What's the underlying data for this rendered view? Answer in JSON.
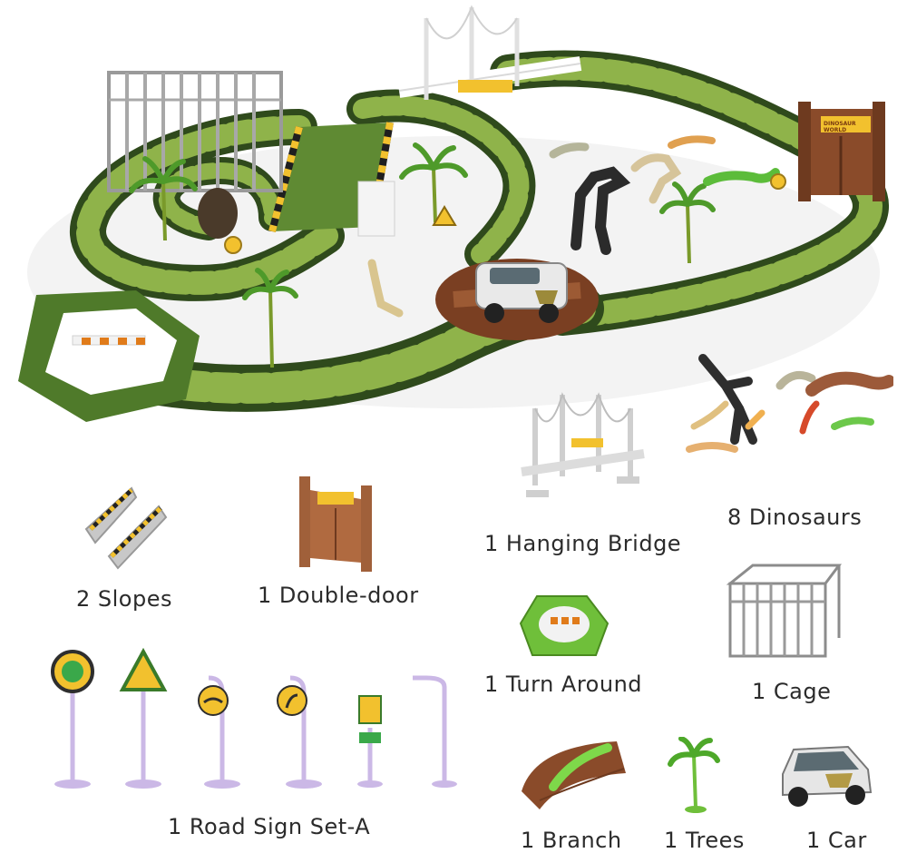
{
  "labels": {
    "slopes": "2 Slopes",
    "double_door": "1 Double-door",
    "hanging_bridge": "1 Hanging Bridge",
    "dinosaurs": "8 Dinosaurs",
    "turn_around": "1 Turn Around",
    "cage": "1 Cage",
    "road_signs": "1 Road Sign Set-A",
    "branch": "1 Branch",
    "trees": "1 Trees",
    "car": "1 Car"
  },
  "signage": {
    "park_sign": "DINOSAUR WORLD"
  },
  "colors": {
    "track_light": "#8fb34a",
    "track_dark": "#2f4a1c",
    "track_mid": "#5f8a33",
    "brown": "#8a4b2a",
    "sign_yellow": "#f2c12e",
    "post_purple": "#cbb8e6",
    "grey_metal": "#b9bcc0"
  }
}
